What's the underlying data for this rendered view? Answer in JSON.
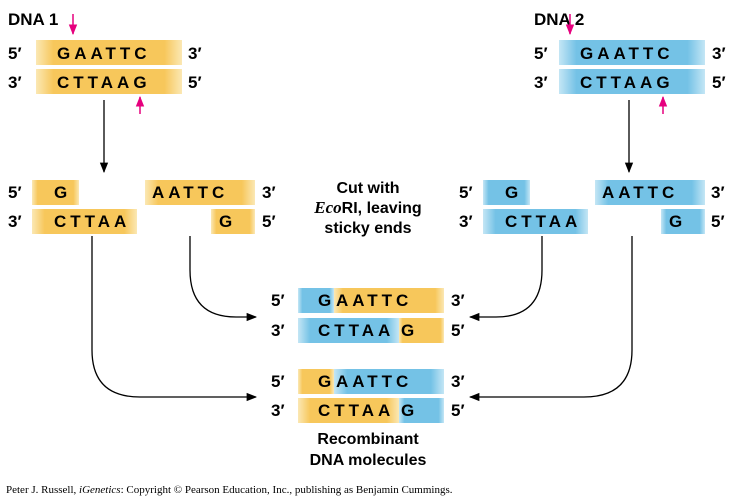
{
  "colors": {
    "dna1": "#f7c75b",
    "dna1_light": "#fbe8b4",
    "dna2": "#74c2e6",
    "dna2_light": "#c4e6f5",
    "cut_arrow": "#e6007e",
    "line": "#000000"
  },
  "labels": {
    "dna1": "DNA 1",
    "dna2": "DNA 2",
    "five_prime": "5′",
    "three_prime": "3′"
  },
  "sequences": {
    "top": "GAATTC",
    "bottom": "CTTAAG",
    "frag_left_top": "G",
    "frag_left_bottom": "CTTAA",
    "frag_right_top": "AATTC",
    "frag_right_bottom": "G",
    "rec_top_left": "G",
    "rec_top_right": "AATTC",
    "rec_bottom_left": "CTTAA",
    "rec_bottom_right": "G"
  },
  "caption": {
    "line1": "Cut with",
    "line2_italic": "Eco",
    "line2_rest": "RI, leaving",
    "line3": "sticky  ends"
  },
  "result": {
    "line1": "Recombinant",
    "line2": "DNA molecules"
  },
  "credit": {
    "author": "Peter J. Russell, ",
    "title": "iGenetics",
    "rest": ": Copyright © Pearson Education, Inc., publishing as Benjamin Cummings."
  }
}
